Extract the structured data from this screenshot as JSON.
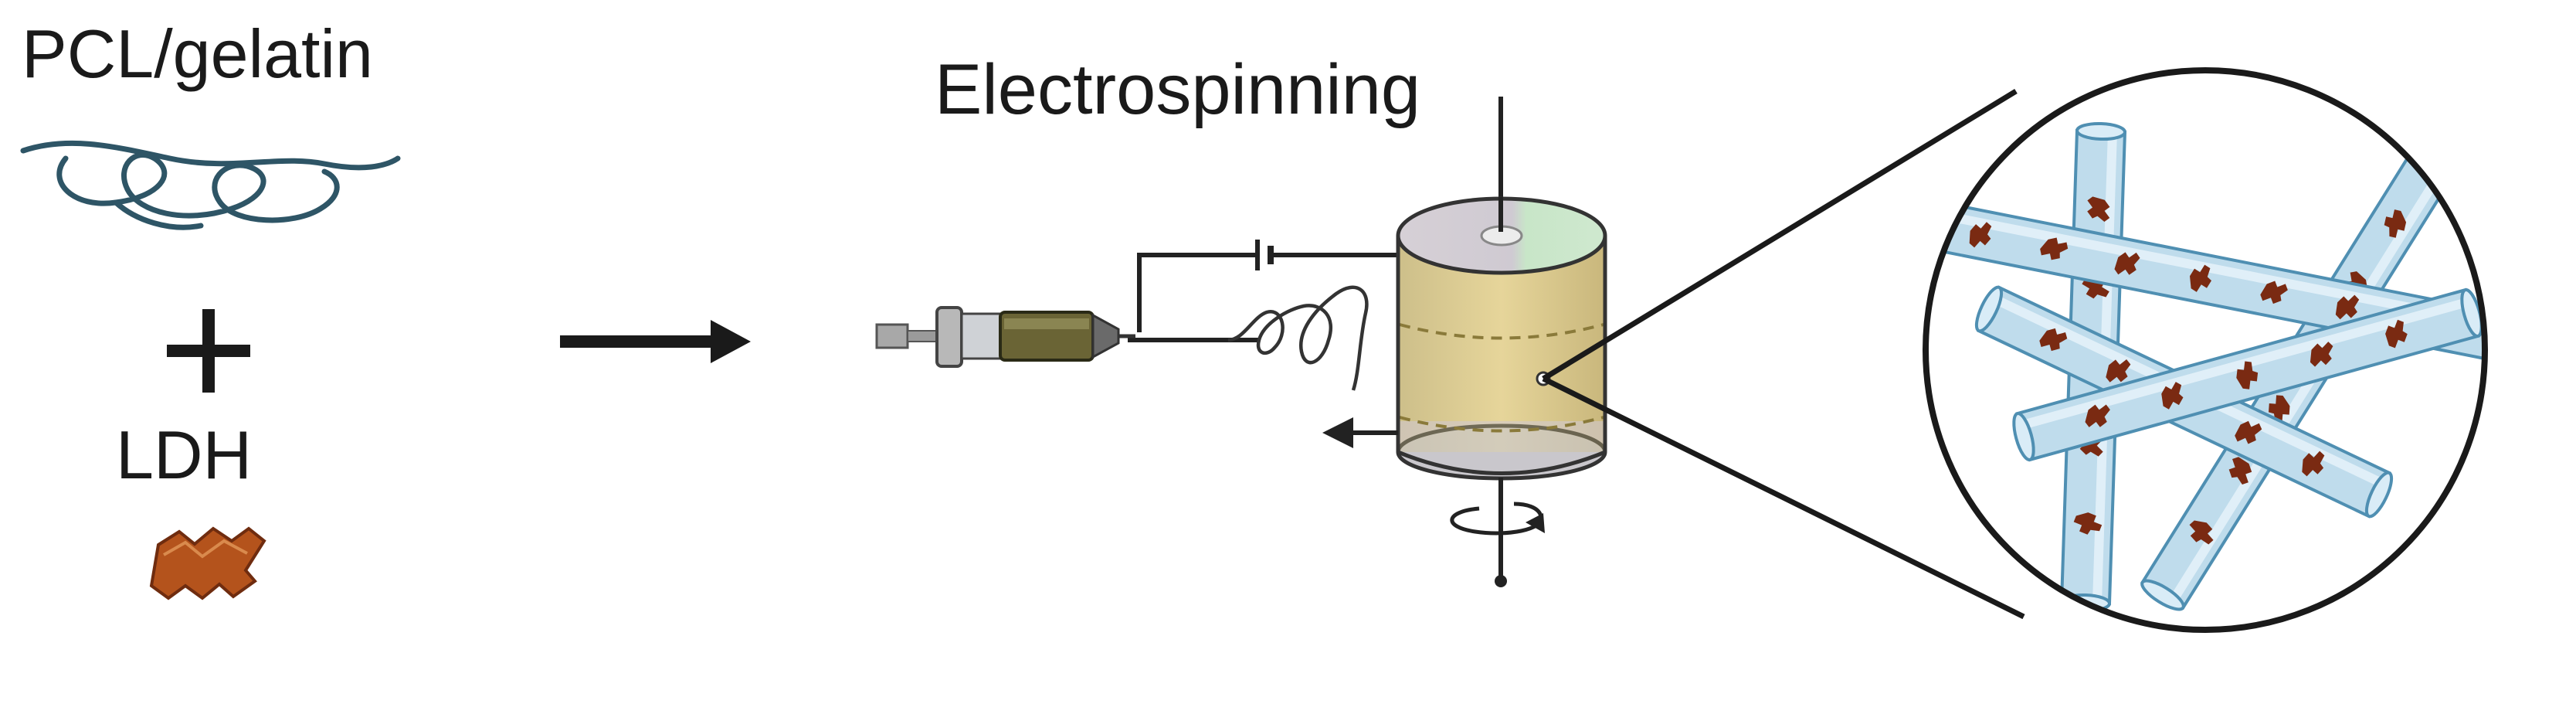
{
  "labels": {
    "polymer": "PCL/gelatin",
    "additive": "LDH",
    "process": "Electrospinning"
  },
  "icons": {
    "polymer": "polymer-chain-icon",
    "plus": "plus-icon",
    "additive": "ldh-flake-icon",
    "arrow": "process-arrow-icon",
    "syringe": "syringe-icon",
    "collector": "rotating-drum-collector-icon",
    "zoom": "fiber-mesh-magnified-icon"
  },
  "colors": {
    "polymer_line": "#2e5566",
    "ldh_flake": "#b4531c",
    "ldh_dot": "#7a2a12",
    "fiber": "#bfdcec",
    "fiber_edge": "#4f8fb2",
    "drum_band": "#e3cf8e",
    "drum_top_left": "#d7d2d8",
    "drum_top_right": "#cfe8cf",
    "stroke": "#1a1a1a"
  }
}
